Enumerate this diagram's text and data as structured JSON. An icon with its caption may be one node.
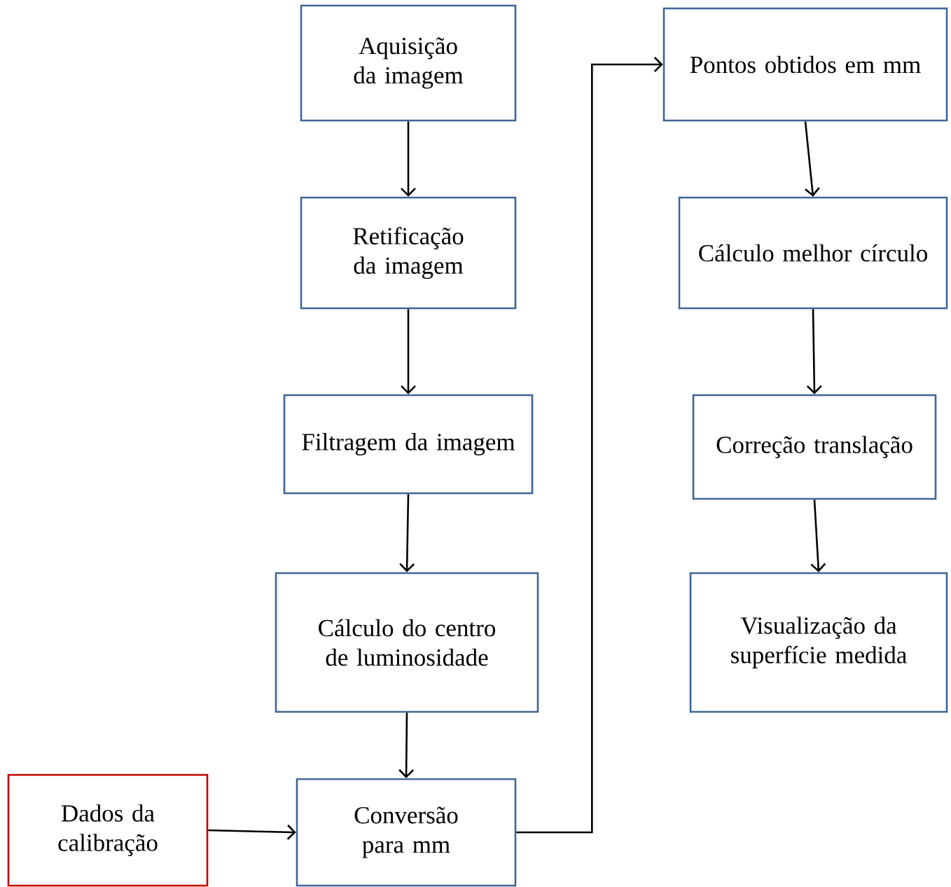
{
  "diagram": {
    "nodes": [
      {
        "text": [
          "Aquisição da imagem"
        ]
      },
      {
        "text": [
          "Retificação da imagem"
        ]
      },
      {
        "text": [
          "Filtragem da imagem"
        ]
      },
      {
        "text": [
          "Cálculo do centro de luminosidade"
        ]
      },
      {
        "text": [
          "Dados da calibração"
        ]
      },
      {
        "text": [
          "Conversão para mm"
        ]
      },
      {
        "text": [
          "Pontos obtidos em mm"
        ]
      },
      {
        "text": [
          "Cálculo melhor círculo"
        ]
      },
      {
        "text": [
          "Correção translação"
        ]
      },
      {
        "text": [
          "Visualização da superfície medida"
        ]
      }
    ],
    "edges": [
      {
        "from": 0,
        "to": 1,
        "arrow": "to"
      },
      {
        "from": 1,
        "to": 2,
        "arrow": "to"
      },
      {
        "from": 2,
        "to": 3,
        "arrow": "to"
      },
      {
        "from": 3,
        "to": 5,
        "arrow": "to"
      },
      {
        "from": 4,
        "to": 5,
        "arrow": "to"
      },
      {
        "from": 5,
        "to": 6,
        "arrow": "to"
      },
      {
        "from": 6,
        "to": 7,
        "arrow": "to"
      },
      {
        "from": 7,
        "to": 8,
        "arrow": "to"
      },
      {
        "from": 8,
        "to": 9,
        "arrow": "to"
      }
    ]
  }
}
